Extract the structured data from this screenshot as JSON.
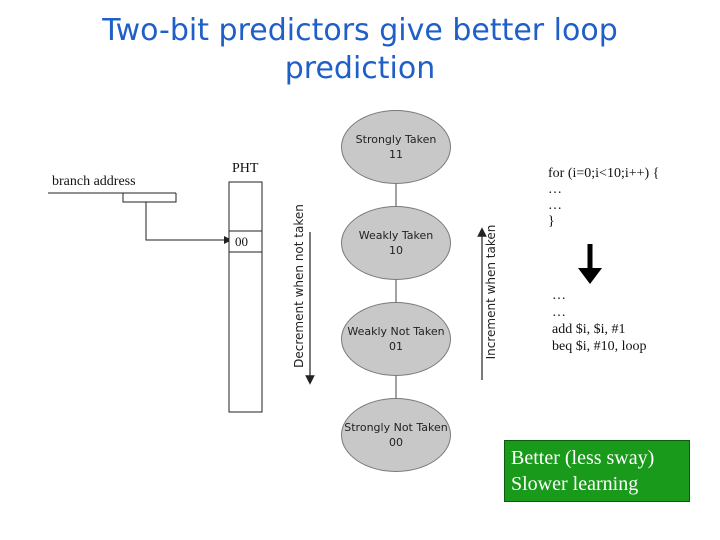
{
  "title_line1": "Two-bit predictors give better loop",
  "title_line2": "prediction",
  "pht": {
    "label": "PHT",
    "entry": "00",
    "branch_address": "branch address"
  },
  "states": {
    "strongly_taken": {
      "name": "Strongly Taken",
      "code": "11"
    },
    "weakly_taken": {
      "name": "Weakly Taken",
      "code": "10"
    },
    "weakly_not_taken": {
      "name": "Weakly Not Taken",
      "code": "01"
    },
    "strongly_not_taken": {
      "name": "Strongly Not Taken",
      "code": "00"
    }
  },
  "arrows": {
    "decrement": "Decrement when not taken",
    "increment": "Increment when taken"
  },
  "code": {
    "for_line": "for (i=0;i<10;i++) {",
    "dots1": "…",
    "dots2": "…",
    "close": "}",
    "asm_dots1": "…",
    "asm_dots2": "…",
    "add": "add  $i, $i, #1",
    "beq": "beq $i, #10, loop"
  },
  "callout": {
    "line1": "Better (less sway)",
    "line2": "Slower learning"
  },
  "colors": {
    "title": "#1f5fc8",
    "state_fill": "#c8c8c8",
    "callout_fill": "#1a9a1a"
  }
}
